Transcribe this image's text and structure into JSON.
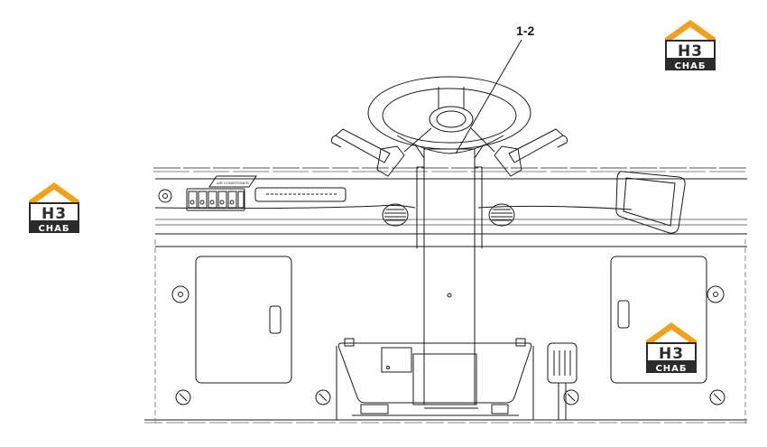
{
  "diagram": {
    "callout_label": "1-2",
    "panel_text": "AIR CONDITIONER"
  },
  "watermark": {
    "brand_letters": "H3",
    "brand_word": "СНАБ"
  },
  "colors": {
    "logo_orange": "#f0a21e",
    "logo_dark": "#2b2b2b",
    "line": "#1a1a1a",
    "paper": "#ffffff"
  }
}
